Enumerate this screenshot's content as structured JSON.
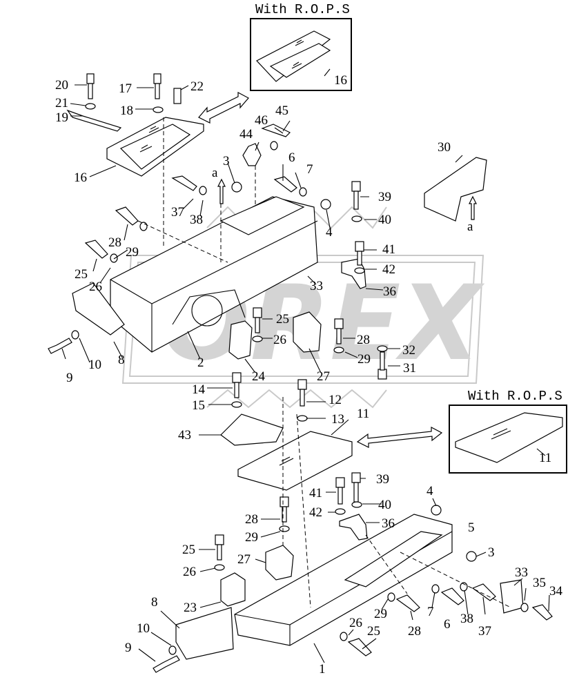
{
  "diagram": {
    "inset_top_caption": "With R.O.P.S",
    "inset_bottom_caption": "With R.O.P.S",
    "watermark_text": "OREX",
    "labels_top": [
      {
        "key": "l20",
        "text": "20"
      },
      {
        "key": "l17",
        "text": "17"
      },
      {
        "key": "l22",
        "text": "22"
      },
      {
        "key": "l21",
        "text": "21"
      },
      {
        "key": "l18",
        "text": "18"
      },
      {
        "key": "l19",
        "text": "19"
      },
      {
        "key": "l16a",
        "text": "16"
      },
      {
        "key": "l16b",
        "text": "16"
      },
      {
        "key": "l46",
        "text": "46"
      },
      {
        "key": "l45",
        "text": "45"
      },
      {
        "key": "l44",
        "text": "44"
      },
      {
        "key": "l3a",
        "text": "3"
      },
      {
        "key": "l6a",
        "text": "6"
      },
      {
        "key": "l7a",
        "text": "7"
      },
      {
        "key": "l30",
        "text": "30"
      },
      {
        "key": "la1",
        "text": "a"
      },
      {
        "key": "la2",
        "text": "a"
      },
      {
        "key": "l39a",
        "text": "39"
      },
      {
        "key": "l37a",
        "text": "37"
      },
      {
        "key": "l38a",
        "text": "38"
      },
      {
        "key": "l40a",
        "text": "40"
      },
      {
        "key": "l4a",
        "text": "4"
      },
      {
        "key": "l28a",
        "text": "28"
      },
      {
        "key": "l29a",
        "text": "29"
      },
      {
        "key": "l41a",
        "text": "41"
      },
      {
        "key": "l42a",
        "text": "42"
      },
      {
        "key": "l25a",
        "text": "25"
      },
      {
        "key": "l26a",
        "text": "26"
      },
      {
        "key": "l33a",
        "text": "33"
      },
      {
        "key": "l36a",
        "text": "36"
      },
      {
        "key": "l25b",
        "text": "25"
      },
      {
        "key": "l26b",
        "text": "26"
      },
      {
        "key": "l28b",
        "text": "28"
      },
      {
        "key": "l32",
        "text": "32"
      },
      {
        "key": "l29b",
        "text": "29"
      },
      {
        "key": "l31",
        "text": "31"
      },
      {
        "key": "l9a",
        "text": "9"
      },
      {
        "key": "l10a",
        "text": "10"
      },
      {
        "key": "l8a",
        "text": "8"
      },
      {
        "key": "l2",
        "text": "2"
      },
      {
        "key": "l24",
        "text": "24"
      },
      {
        "key": "l27a",
        "text": "27"
      }
    ],
    "labels_bottom": [
      {
        "key": "l14",
        "text": "14"
      },
      {
        "key": "l15",
        "text": "15"
      },
      {
        "key": "l12",
        "text": "12"
      },
      {
        "key": "l13",
        "text": "13"
      },
      {
        "key": "l11a",
        "text": "11"
      },
      {
        "key": "l11b",
        "text": "11"
      },
      {
        "key": "l43",
        "text": "43"
      },
      {
        "key": "l39b",
        "text": "39"
      },
      {
        "key": "l41b",
        "text": "41"
      },
      {
        "key": "l40b",
        "text": "40"
      },
      {
        "key": "l42b",
        "text": "42"
      },
      {
        "key": "l36b",
        "text": "36"
      },
      {
        "key": "l4b",
        "text": "4"
      },
      {
        "key": "l5",
        "text": "5"
      },
      {
        "key": "l3b",
        "text": "3"
      },
      {
        "key": "l28c",
        "text": "28"
      },
      {
        "key": "l29c",
        "text": "29"
      },
      {
        "key": "l25c",
        "text": "25"
      },
      {
        "key": "l27b",
        "text": "27"
      },
      {
        "key": "l26c",
        "text": "26"
      },
      {
        "key": "l23",
        "text": "23"
      },
      {
        "key": "l33b",
        "text": "33"
      },
      {
        "key": "l35",
        "text": "35"
      },
      {
        "key": "l34",
        "text": "34"
      },
      {
        "key": "l29d",
        "text": "29"
      },
      {
        "key": "l7b",
        "text": "7"
      },
      {
        "key": "l6b",
        "text": "6"
      },
      {
        "key": "l38b",
        "text": "38"
      },
      {
        "key": "l37b",
        "text": "37"
      },
      {
        "key": "l28d",
        "text": "28"
      },
      {
        "key": "l26d",
        "text": "26"
      },
      {
        "key": "l25d",
        "text": "25"
      },
      {
        "key": "l8b",
        "text": "8"
      },
      {
        "key": "l10b",
        "text": "10"
      },
      {
        "key": "l9b",
        "text": "9"
      },
      {
        "key": "l1",
        "text": "1"
      }
    ]
  }
}
